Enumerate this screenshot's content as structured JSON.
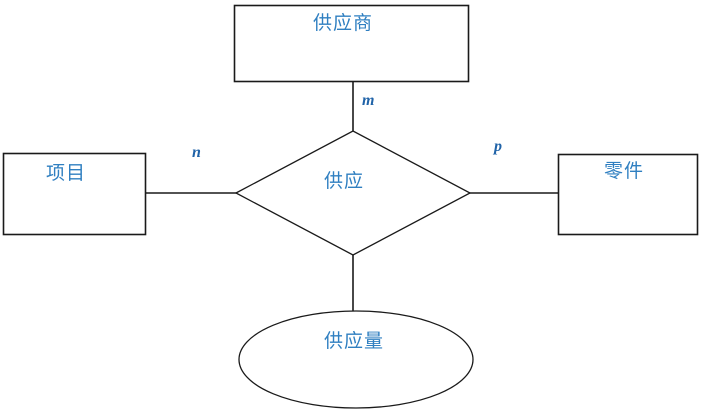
{
  "diagram": {
    "type": "er-diagram",
    "title": "",
    "stroke_color": "#1a1a1a",
    "text_color": "#2f7fc1",
    "cardinality_color": "#2063a8",
    "background": "#ffffff",
    "entities": [
      {
        "id": "supplier",
        "label": "供应商",
        "shape": "rectangle"
      },
      {
        "id": "project",
        "label": "项目",
        "shape": "rectangle"
      },
      {
        "id": "part",
        "label": "零件",
        "shape": "rectangle"
      }
    ],
    "relationships": [
      {
        "id": "supply",
        "label": "供应",
        "shape": "diamond"
      }
    ],
    "attributes": [
      {
        "id": "quantity",
        "label": "供应量",
        "shape": "ellipse"
      }
    ],
    "connections": [
      {
        "from": "supplier",
        "to": "supply",
        "cardinality": "m"
      },
      {
        "from": "project",
        "to": "supply",
        "cardinality": "n"
      },
      {
        "from": "part",
        "to": "supply",
        "cardinality": "p"
      },
      {
        "from": "supply",
        "to": "quantity",
        "cardinality": ""
      }
    ],
    "cardinality_labels": {
      "m": "m",
      "n": "n",
      "p": "p"
    }
  }
}
